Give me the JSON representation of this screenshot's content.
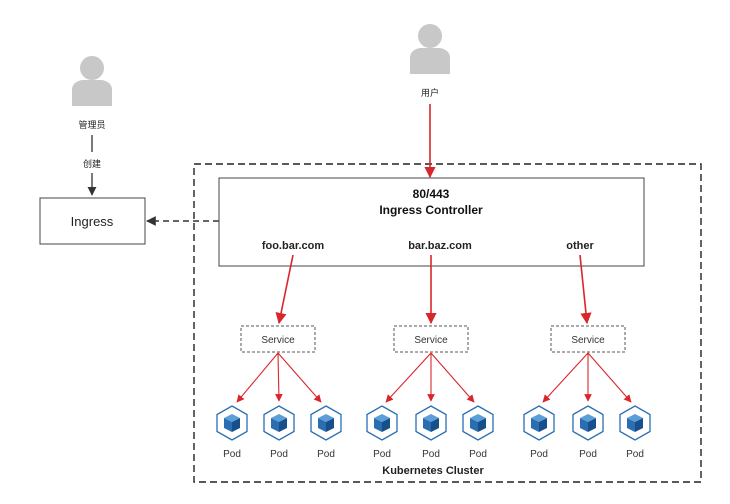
{
  "user": {
    "label": "用户"
  },
  "admin": {
    "label": "管理员"
  },
  "create_label": "创建",
  "ingress": {
    "label": "Ingress"
  },
  "controller": {
    "port": "80/443",
    "title": "Ingress Controller"
  },
  "routes": [
    {
      "host": "foo.bar.com",
      "service": "Service",
      "pods": [
        "Pod",
        "Pod",
        "Pod"
      ]
    },
    {
      "host": "bar.baz.com",
      "service": "Service",
      "pods": [
        "Pod",
        "Pod",
        "Pod"
      ]
    },
    {
      "host": "other",
      "service": "Service",
      "pods": [
        "Pod",
        "Pod",
        "Pod"
      ]
    }
  ],
  "cluster": {
    "label": "Kubernetes Cluster"
  },
  "colors": {
    "arrow_red": "#d9262b",
    "pod_blue": "#2a6db0",
    "person_gray": "#c8c8c8"
  }
}
